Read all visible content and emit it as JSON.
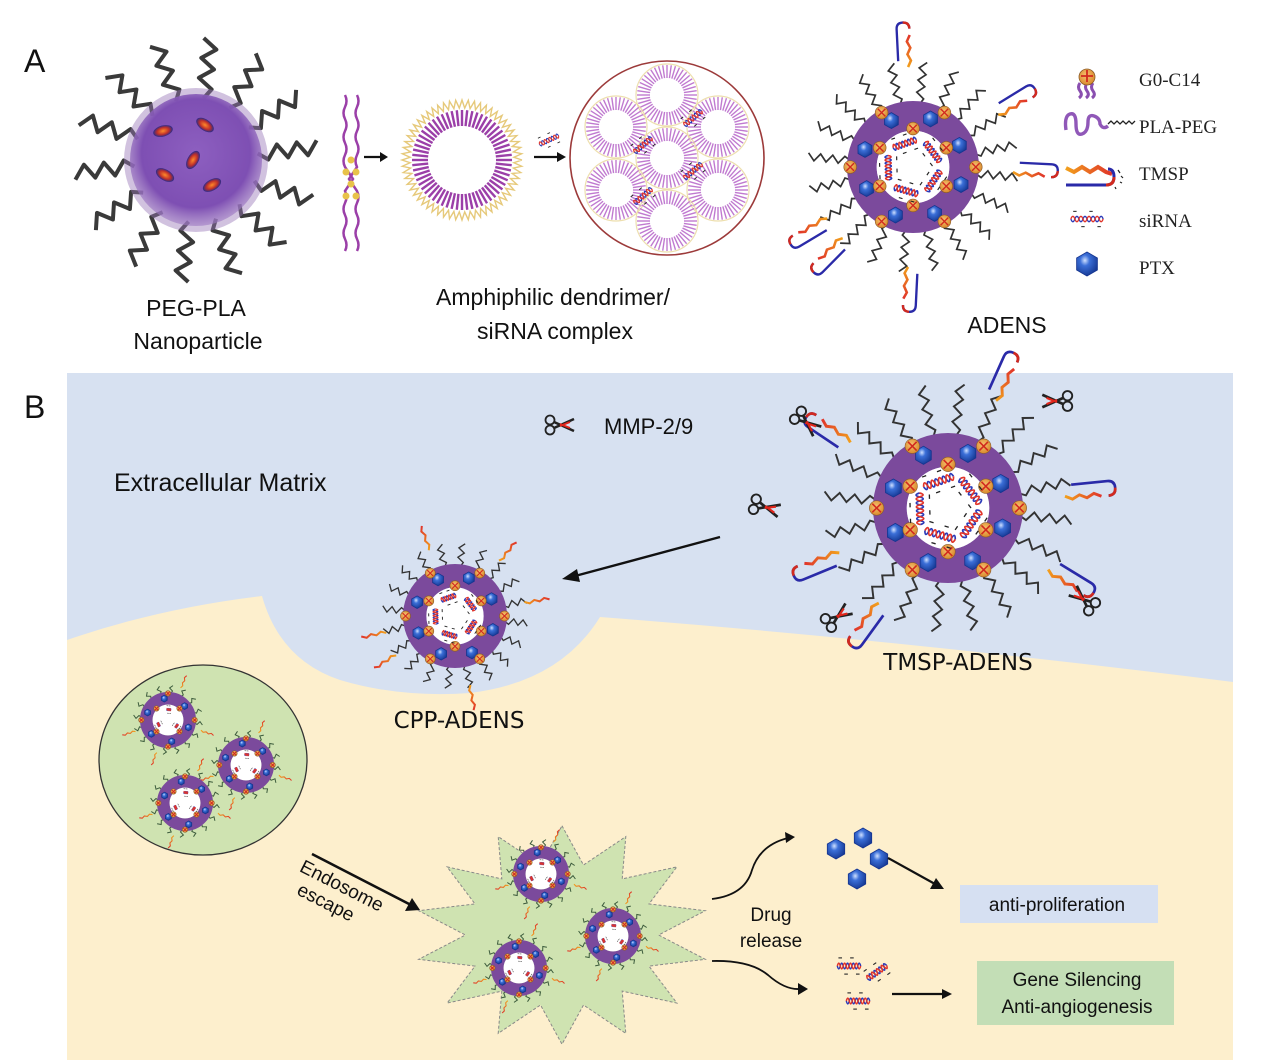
{
  "panel_a": {
    "label": "A",
    "nanoparticle_caption": [
      "PEG-PLA",
      "Nanoparticle"
    ],
    "complex_caption": [
      "Amphiphilic dendrimer/",
      "siRNA complex"
    ],
    "adens_caption": "ADENS",
    "legend": [
      {
        "icon": "g0-c14-icon",
        "label": "G0-C14"
      },
      {
        "icon": "pla-peg-icon",
        "label": "PLA-PEG"
      },
      {
        "icon": "tmsp-icon",
        "label": "TMSP"
      },
      {
        "icon": "sirna-icon",
        "label": "siRNA"
      },
      {
        "icon": "ptx-icon",
        "label": "PTX"
      }
    ]
  },
  "panel_b": {
    "label": "B",
    "enzyme_legend": "MMP-2/9",
    "ecm_label": "Extracellular Matrix",
    "tmsp_adens_caption": "TMSP-ADENS",
    "cpp_adens_caption": "CPP-ADENS",
    "endosome_escape": [
      "Endosome",
      "escape"
    ],
    "drug_release": [
      "Drug",
      "release"
    ],
    "outcome_1": "anti-proliferation",
    "outcome_2": [
      "Gene Silencing",
      "Anti-angiogenesis"
    ]
  },
  "colors": {
    "ecm": "#d7e1f1",
    "cytoplasm": "#fdefcd",
    "endosome": "#cfe3b1",
    "purple": "#7b4a9c",
    "ptx_blue": "#2a55c4",
    "outcome_1_bg": "#d6e0f2",
    "outcome_2_bg": "#c3deb6"
  }
}
